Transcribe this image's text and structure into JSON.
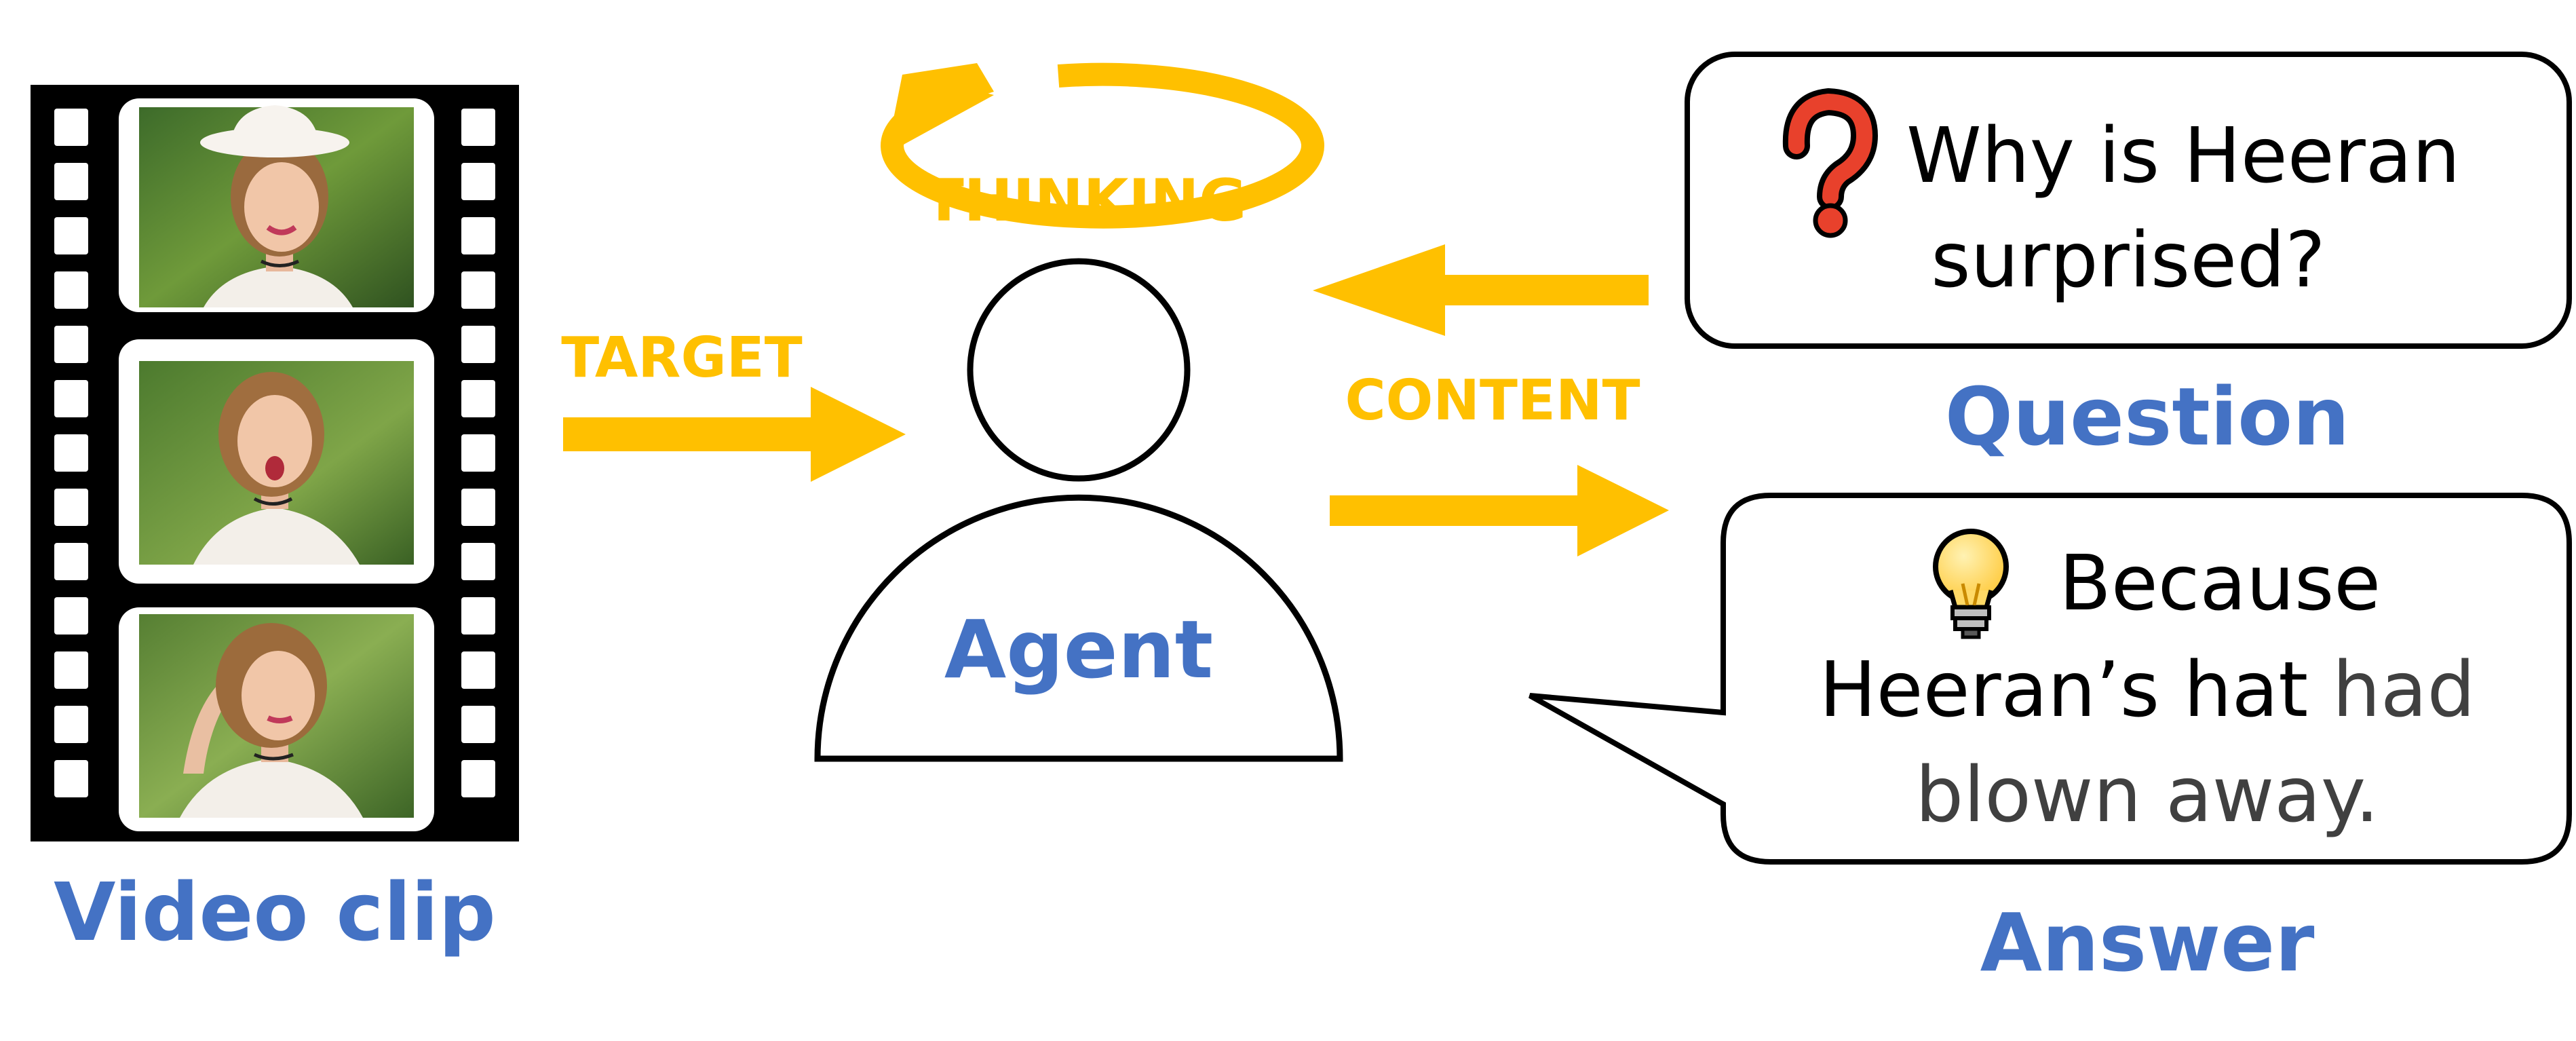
{
  "video_label": "Video clip",
  "agent_label": "Agent",
  "thinking_label": "THINKING",
  "target_label": "TARGET",
  "content_label": "CONTENT",
  "question": {
    "line1": "Why is Heeran",
    "line2": "surprised?",
    "label": "Question"
  },
  "answer": {
    "line1": "Because",
    "line2_a": "Heeran’s hat ",
    "line2_b": "had",
    "line3": "blown away.",
    "label": "Answer"
  },
  "colors": {
    "accent_blue": "#4472c4",
    "accent_gold": "#ffc000",
    "question_mark": "#e8412c",
    "bulb": "#ffd966"
  },
  "icons": {
    "question": "question-mark-icon",
    "answer": "lightbulb-icon"
  }
}
